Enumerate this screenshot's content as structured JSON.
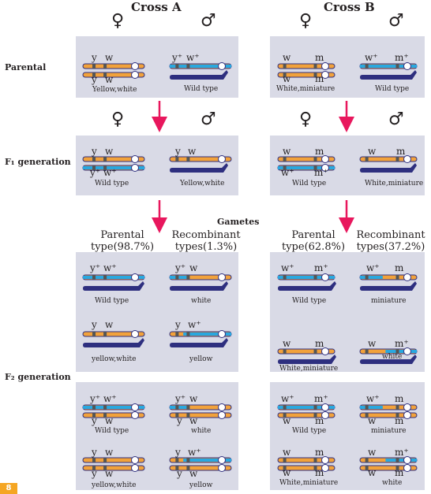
{
  "header": {
    "cross_a": "Cross A",
    "cross_b": "Cross B",
    "female_symbol": "♀",
    "male_symbol": "♂"
  },
  "row_labels": {
    "parental": "Parental",
    "f1": "F₁ generation",
    "f2": "F₂ generation"
  },
  "gametes_label": "Gametes",
  "type_headers": {
    "a_parental": [
      "Parental",
      "type(98.7%)"
    ],
    "a_recombinant": [
      "Recombinant",
      "types(1.3%)"
    ],
    "b_parental": [
      "Parental",
      "type(62.8%)"
    ],
    "b_recombinant": [
      "Recombinant",
      "types(37.2%)"
    ]
  },
  "captions": {
    "yellow_white_cap": "Yellow,white",
    "wild_type": "Wild type",
    "white_miniature_cap": "White,miniature",
    "white": "white",
    "yellow_white": "yellow,white",
    "yellow": "yellow",
    "miniature": "miniature"
  },
  "alleles": {
    "y": "y",
    "w": "w",
    "m": "m",
    "y_plus": "y⁺",
    "w_plus": "w⁺",
    "m_plus": "m⁺"
  },
  "page_tag": "8",
  "colors": {
    "panel": "#d9dae6",
    "orange_chromosome": "#f2a23b",
    "blue_chromosome": "#29a8e0",
    "y_chromosome": "#2e2f7f",
    "arrow": "#e8175d",
    "gene_band": "#555555"
  }
}
